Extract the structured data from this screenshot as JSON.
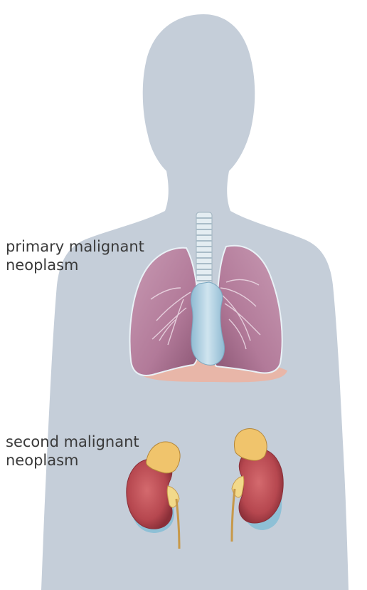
{
  "labels": {
    "primary": {
      "line1": "primary malignant",
      "line2": "neoplasm"
    },
    "second": {
      "line1": "second malignant",
      "line2": "neoplasm"
    }
  },
  "colors": {
    "background": "#ffffff",
    "silhouette": "#c5ced9",
    "lung": "#b27a99",
    "lung_dark": "#8a5573",
    "trachea": "#dfeaf0",
    "heart_vessels": "#a8ccdf",
    "diaphragm": "#e8b6a8",
    "kidney": "#b6474f",
    "adrenal": "#e0b561",
    "text": "#3a3a3a"
  }
}
